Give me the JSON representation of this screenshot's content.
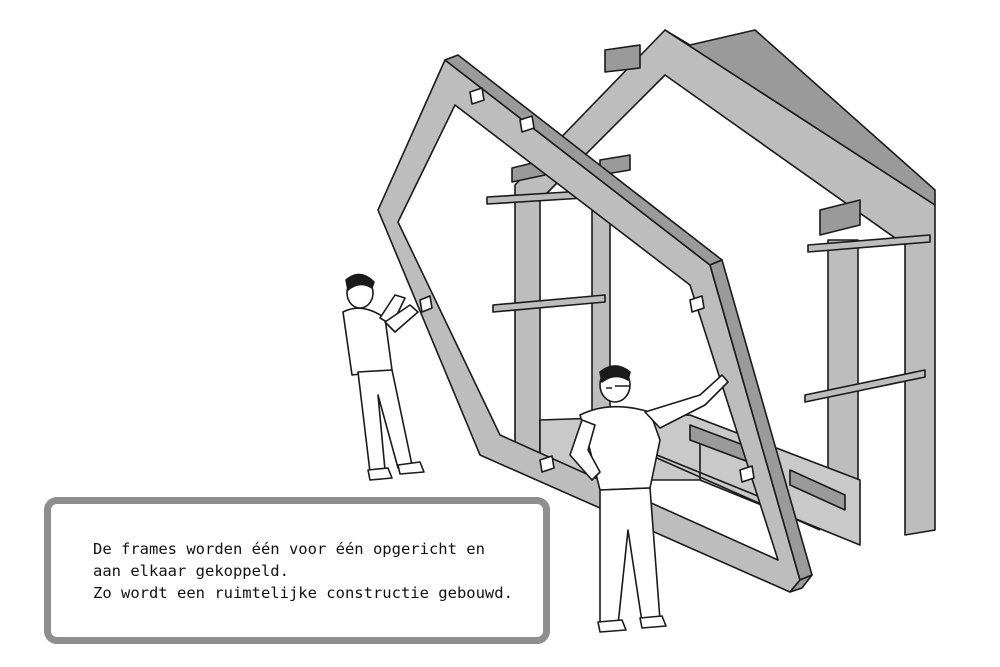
{
  "caption": {
    "lines": [
      "De frames worden één voor één opgericht en",
      "aan elkaar gekoppeld.",
      "Zo wordt een ruimtelijke constructie gebouwd."
    ]
  },
  "colors": {
    "panel": "#bdbdbd",
    "panel_dark": "#9a9a9a",
    "outline": "#1a1a1a",
    "box_border": "#8e8e8e",
    "background": "#ffffff"
  }
}
